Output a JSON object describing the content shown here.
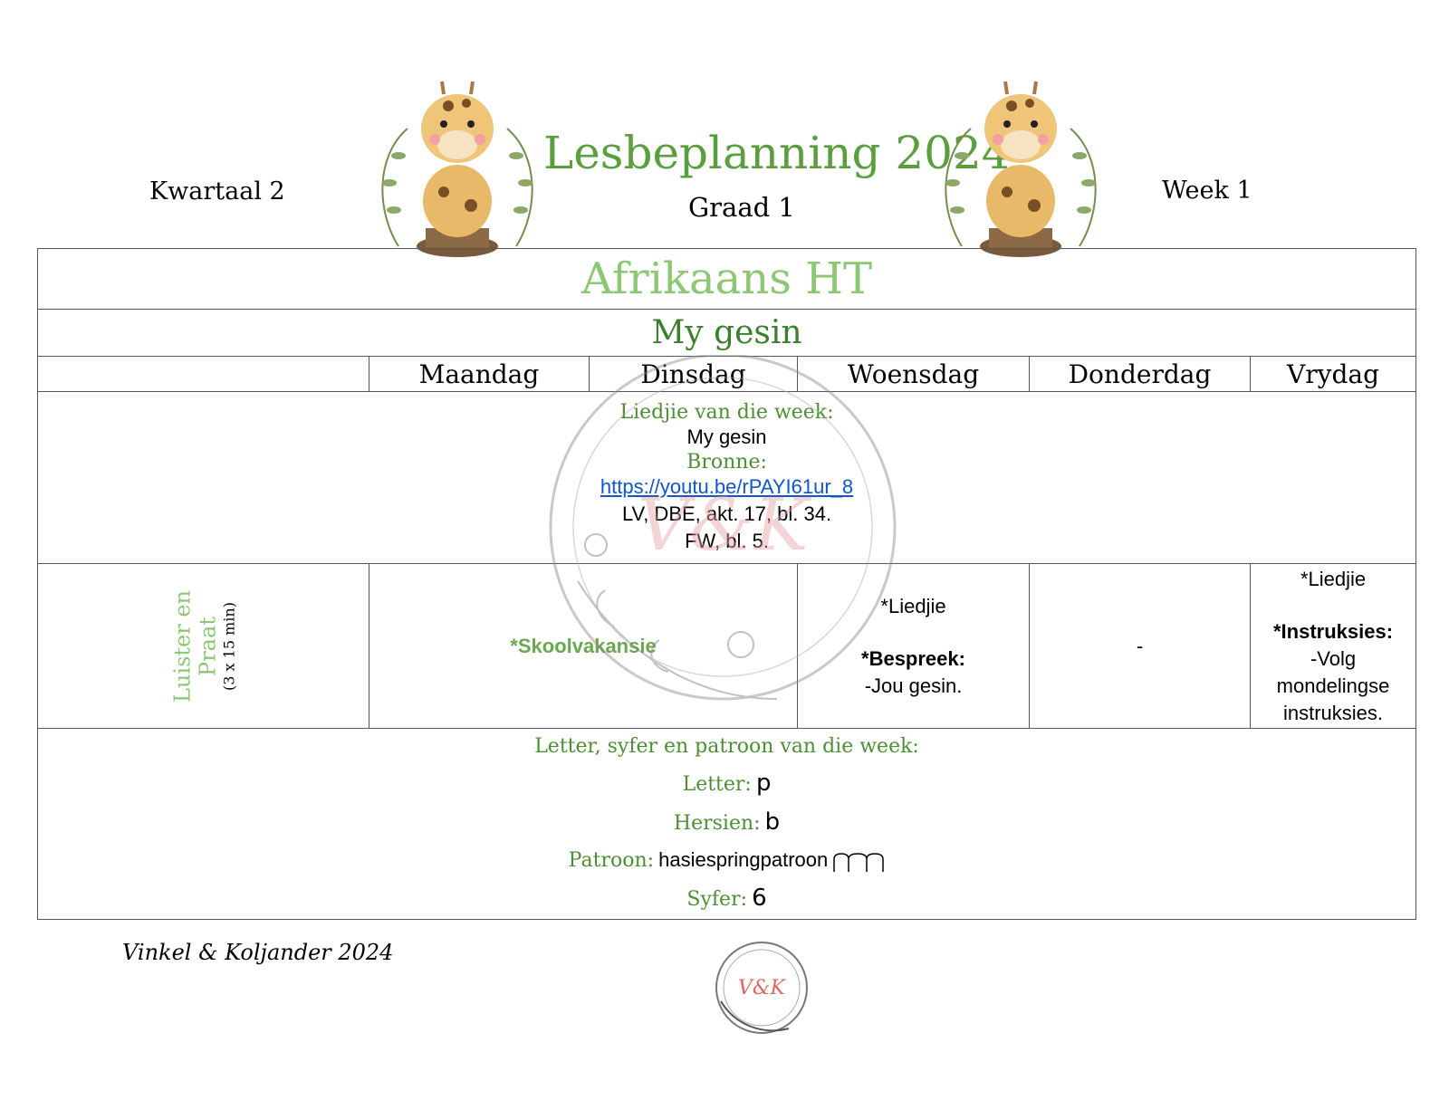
{
  "header": {
    "kwartaal": "Kwartaal 2",
    "title": "Lesbeplanning 2024",
    "graad": "Graad 1",
    "week": "Week 1"
  },
  "subject": "Afrikaans HT",
  "theme": "My gesin",
  "days": [
    "Maandag",
    "Dinsdag",
    "Woensdag",
    "Donderdag",
    "Vrydag"
  ],
  "song_section": {
    "label": "Liedjie van die week:",
    "song": "My gesin",
    "sources_label": "Bronne:",
    "link": "https://youtu.be/rPAYI61ur_8",
    "ref1": "LV, DBE, akt. 17, bl. 34.",
    "ref2": "FW, bl. 5."
  },
  "luister": {
    "label1": "Luister en",
    "label2": "Praat",
    "duration": "(3 x 15 min)",
    "maandag_dinsdag": "*Skoolvakansie",
    "woensdag_1": "*Liedjie",
    "woensdag_2": "*Bespreek:",
    "woensdag_3": "-Jou gesin.",
    "donderdag": "-",
    "vrydag_1": "*Liedjie",
    "vrydag_2": "*Instruksies:",
    "vrydag_3": "-Volg",
    "vrydag_4": "mondelingse",
    "vrydag_5": "instruksies."
  },
  "letter_section": {
    "heading": "Letter, syfer en patroon van die week:",
    "letter_label": "Letter:",
    "letter_value": "p",
    "hersien_label": "Hersien:",
    "hersien_value": "b",
    "patroon_label": "Patroon:",
    "patroon_value": "hasiespringpatroon",
    "syfer_label": "Syfer:",
    "syfer_value": "6"
  },
  "footer": "Vinkel & Koljander 2024",
  "colors": {
    "title_green": "#5b9e3e",
    "subject_green": "#8cc774",
    "theme_green": "#3e7f2e",
    "link_blue": "#1155cc"
  }
}
